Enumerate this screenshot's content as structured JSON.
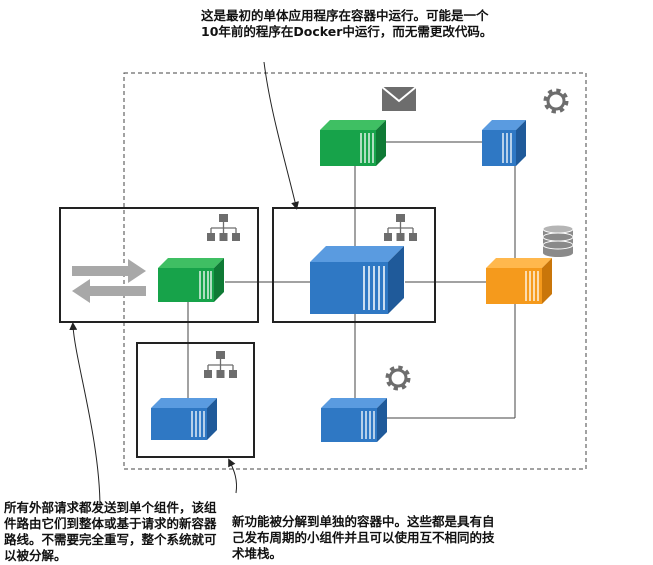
{
  "annotations": {
    "top": "这是最初的单体应用程序在容器中运行。可能是一个10年前的程序在Docker中运行，而无需更改代码。",
    "bottom_left": "所有外部请求都发送到单个组件，该组件路由它们到整体或基于请求的新容器路线。不需要完全重写，整个系统就可以被分解。",
    "bottom_right": "新功能被分解到单独的容器中。这些都是具有自己发布周期的小组件并且可以使用互不相同的技术堆栈。"
  },
  "colors": {
    "green": "#17a34a",
    "blue": "#2f78c4",
    "orange": "#f59a1c",
    "icon_gray": "#6d6d6d",
    "arrow_gray": "#a8a8a8"
  },
  "icons": [
    "envelope-icon",
    "gear-icon",
    "database-icon",
    "network-tree-icon"
  ]
}
